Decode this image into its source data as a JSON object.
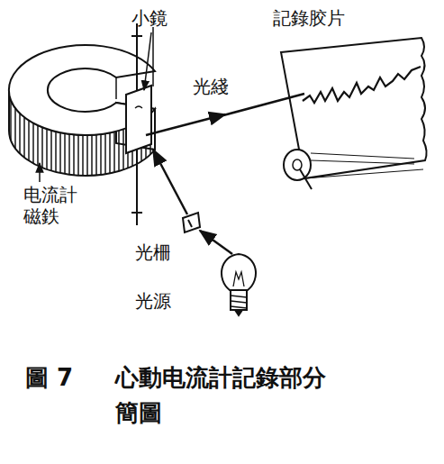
{
  "diagram": {
    "caption": "心動电流計記錄部分 簡圖",
    "labels": [
      "小鏡",
      "記錄胶片",
      "光綫",
      "电流計 磁鉄",
      "光柵",
      "光源",
      "圖 7"
    ]
  }
}
